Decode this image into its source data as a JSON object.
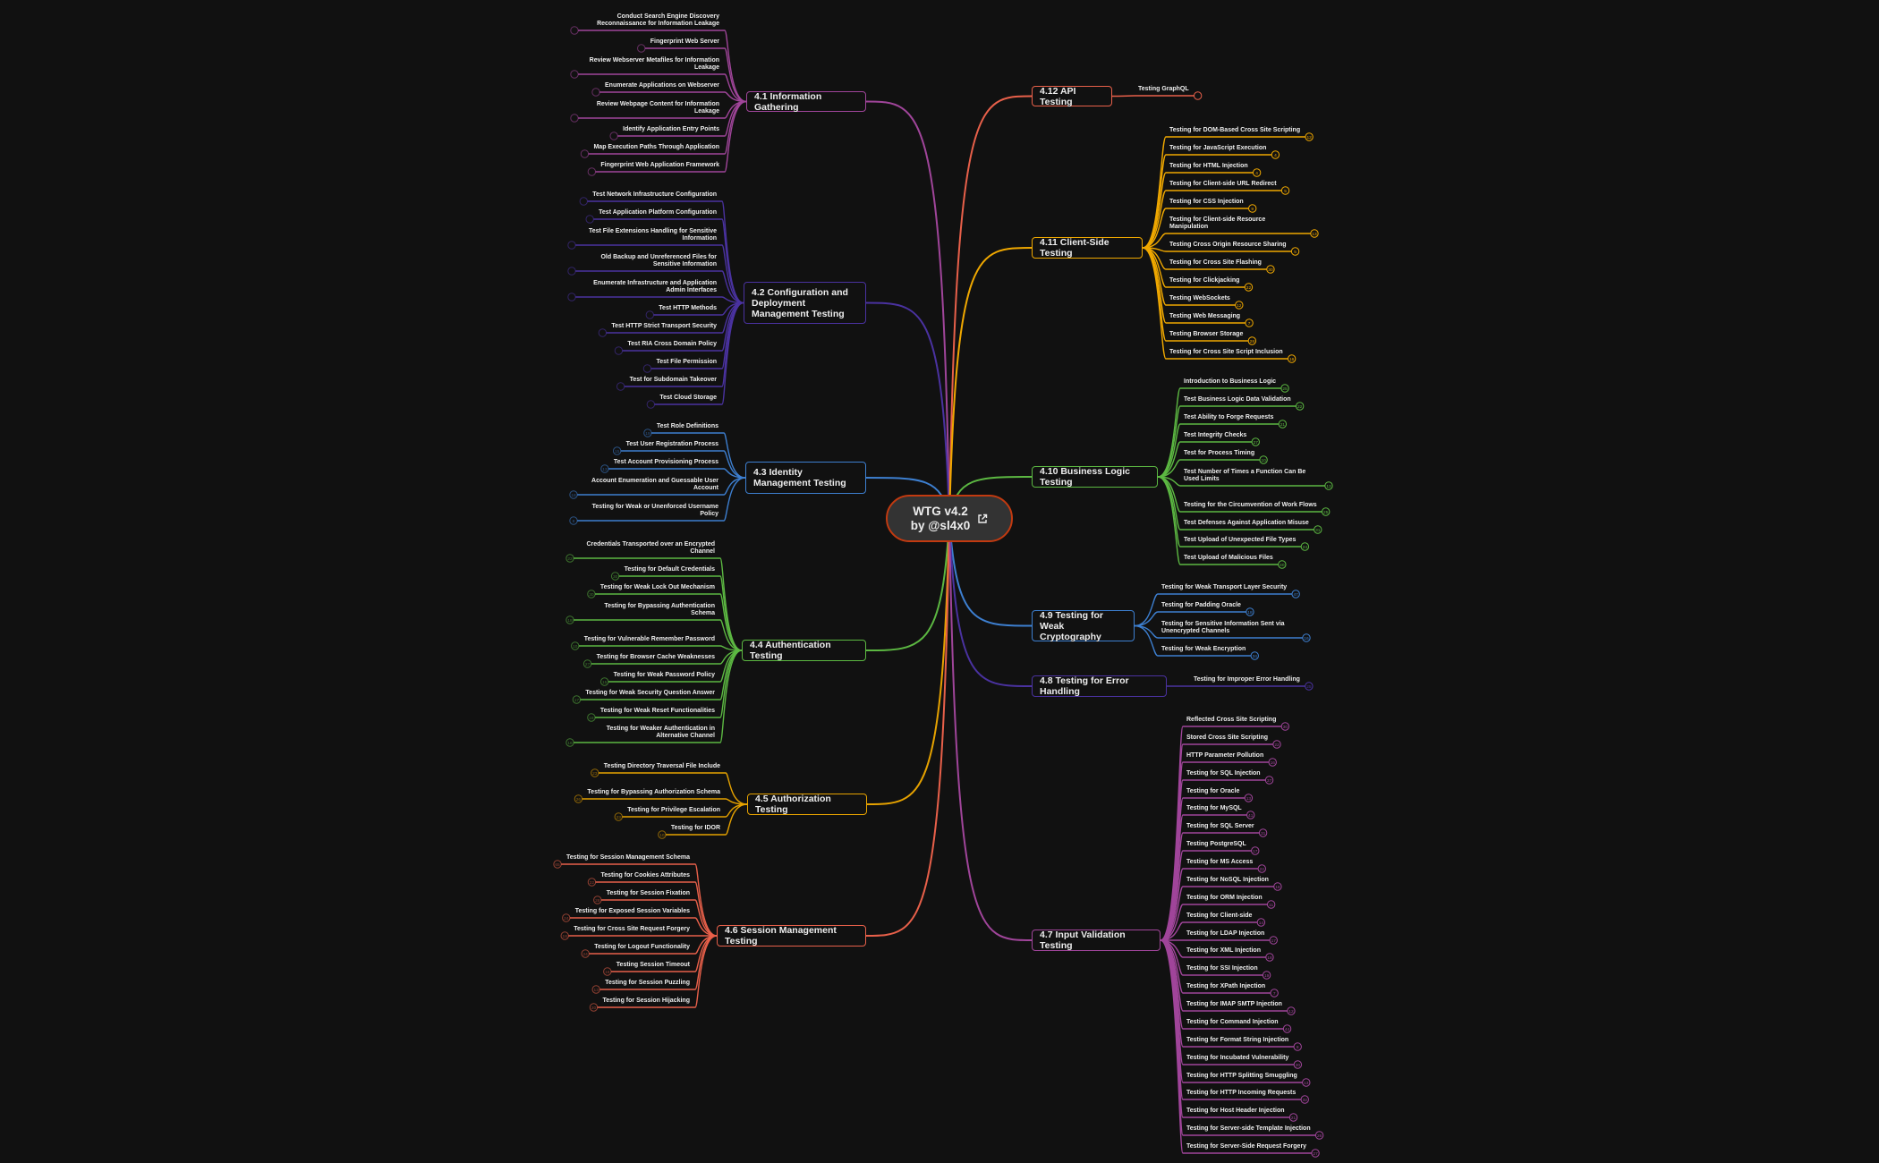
{
  "center": {
    "line1": "WTG v4.2",
    "line2": "by @sl4x0",
    "icon": "external-link-icon",
    "border_color": "#c23a10"
  },
  "branches": [
    {
      "label": "4.1 Information Gathering",
      "side": "left",
      "color": "#a0459a",
      "children": [
        {
          "label": "Conduct Search Engine Discovery Reconnaissance for Information Leakage",
          "count": ""
        },
        {
          "label": "Fingerprint Web Server",
          "count": ""
        },
        {
          "label": "Review Webserver Metafiles for Information Leakage",
          "count": ""
        },
        {
          "label": "Enumerate Applications on Webserver",
          "count": ""
        },
        {
          "label": "Review Webpage Content for Information Leakage",
          "count": ""
        },
        {
          "label": "Identify Application Entry Points",
          "count": ""
        },
        {
          "label": "Map Execution Paths Through Application",
          "count": ""
        },
        {
          "label": "Fingerprint Web Application Framework",
          "count": ""
        }
      ]
    },
    {
      "label": "4.2 Configuration and Deployment Management Testing",
      "side": "left",
      "color": "#4a32a0",
      "children": [
        {
          "label": "Test Network Infrastructure Configuration",
          "count": ""
        },
        {
          "label": "Test Application Platform Configuration",
          "count": ""
        },
        {
          "label": "Test File Extensions Handling for Sensitive Information",
          "count": ""
        },
        {
          "label": "Old Backup and Unreferenced Files for Sensitive Information",
          "count": ""
        },
        {
          "label": "Enumerate Infrastructure and Application Admin Interfaces",
          "count": ""
        },
        {
          "label": "Test HTTP Methods",
          "count": ""
        },
        {
          "label": "Test HTTP Strict Transport Security",
          "count": ""
        },
        {
          "label": "Test RIA Cross Domain Policy",
          "count": ""
        },
        {
          "label": "Test File Permission",
          "count": ""
        },
        {
          "label": "Test for Subdomain Takeover",
          "count": ""
        },
        {
          "label": "Test Cloud Storage",
          "count": ""
        }
      ]
    },
    {
      "label": "4.3 Identity Management Testing",
      "side": "left",
      "color": "#3d7fd0",
      "children": [
        {
          "label": "Test Role Definitions",
          "count": "19"
        },
        {
          "label": "Test User Registration Process",
          "count": "15"
        },
        {
          "label": "Test Account Provisioning Process",
          "count": "13"
        },
        {
          "label": "Account Enumeration and Guessable User Account",
          "count": "18"
        },
        {
          "label": "Testing for Weak or Unenforced Username Policy",
          "count": "8"
        }
      ]
    },
    {
      "label": "4.4 Authentication Testing",
      "side": "left",
      "color": "#5cb842",
      "children": [
        {
          "label": "Credentials Transported over an Encrypted Channel",
          "count": "22"
        },
        {
          "label": "Testing for Default Credentials",
          "count": "30"
        },
        {
          "label": "Testing for Weak Lock Out Mechanism",
          "count": "30"
        },
        {
          "label": "Testing for Bypassing Authentication Schema",
          "count": "18"
        },
        {
          "label": "Testing for Vulnerable Remember Password",
          "count": "10"
        },
        {
          "label": "Testing for Browser Cache Weaknesses",
          "count": "27"
        },
        {
          "label": "Testing for Weak Password Policy",
          "count": "15"
        },
        {
          "label": "Testing for Weak Security Question Answer",
          "count": "17"
        },
        {
          "label": "Testing for Weak Reset Functionalities",
          "count": "18"
        },
        {
          "label": "Testing for Weaker Authentication in Alternative Channel",
          "count": "16"
        }
      ]
    },
    {
      "label": "4.5 Authorization Testing",
      "side": "left",
      "color": "#e6a200",
      "children": [
        {
          "label": "Testing Directory Traversal File Include",
          "count": "23"
        },
        {
          "label": "Testing for Bypassing Authorization Schema",
          "count": "26"
        },
        {
          "label": "Testing for Privilege Escalation",
          "count": "23"
        },
        {
          "label": "Testing for IDOR",
          "count": "10"
        }
      ]
    },
    {
      "label": "4.6 Session Management Testing",
      "side": "left",
      "color": "#e8604a",
      "children": [
        {
          "label": "Testing for Session Management Schema",
          "count": "65"
        },
        {
          "label": "Testing for Cookies Attributes",
          "count": "22"
        },
        {
          "label": "Testing for Session Fixation",
          "count": "28"
        },
        {
          "label": "Testing for Exposed Session Variables",
          "count": "24"
        },
        {
          "label": "Testing for Cross Site Request Forgery",
          "count": "18"
        },
        {
          "label": "Testing for Logout Functionality",
          "count": "24"
        },
        {
          "label": "Testing Session Timeout",
          "count": "18"
        },
        {
          "label": "Testing for Session Puzzling",
          "count": "13"
        },
        {
          "label": "Testing for Session Hijacking",
          "count": "20"
        }
      ]
    },
    {
      "label": "4.12 API Testing",
      "side": "right",
      "color": "#e8604a",
      "children": [
        {
          "label": "Testing GraphQL",
          "count": ""
        }
      ]
    },
    {
      "label": "4.11 Client-Side Testing",
      "side": "right",
      "color": "#f0a800",
      "children": [
        {
          "label": "Testing for DOM-Based Cross Site Scripting",
          "count": "12"
        },
        {
          "label": "Testing for JavaScript Execution",
          "count": "4"
        },
        {
          "label": "Testing for HTML Injection",
          "count": "4"
        },
        {
          "label": "Testing for Client-side URL Redirect",
          "count": "5"
        },
        {
          "label": "Testing for CSS Injection",
          "count": "9"
        },
        {
          "label": "Testing for Client-side Resource Manipulation",
          "count": "13"
        },
        {
          "label": "Testing Cross Origin Resource Sharing",
          "count": "5"
        },
        {
          "label": "Testing for Cross Site Flashing",
          "count": "30"
        },
        {
          "label": "Testing for Clickjacking",
          "count": "22"
        },
        {
          "label": "Testing WebSockets",
          "count": "12"
        },
        {
          "label": "Testing Web Messaging",
          "count": "7"
        },
        {
          "label": "Testing Browser Storage",
          "count": "28"
        },
        {
          "label": "Testing for Cross Site Script Inclusion",
          "count": "16"
        }
      ]
    },
    {
      "label": "4.10 Business Logic Testing",
      "side": "right",
      "color": "#5cb842",
      "children": [
        {
          "label": "Introduction to Business Logic",
          "count": "25"
        },
        {
          "label": "Test Business Logic Data Validation",
          "count": "22"
        },
        {
          "label": "Test Ability to Forge Requests",
          "count": "21"
        },
        {
          "label": "Test Integrity Checks",
          "count": "27"
        },
        {
          "label": "Test for Process Timing",
          "count": "10"
        },
        {
          "label": "Test Number of Times a Function Can Be Used Limits",
          "count": "13"
        },
        {
          "label": "Testing for the Circumvention of Work Flows",
          "count": "25"
        },
        {
          "label": "Test Defenses Against Application Misuse",
          "count": "31"
        },
        {
          "label": "Test Upload of Unexpected File Types",
          "count": "24"
        },
        {
          "label": "Test Upload of Malicious Files",
          "count": "40"
        }
      ]
    },
    {
      "label": "4.9 Testing for Weak Cryptography",
      "side": "right",
      "color": "#3d7fd0",
      "children": [
        {
          "label": "Testing for Weak Transport Layer Security",
          "count": "47"
        },
        {
          "label": "Testing for Padding Oracle",
          "count": "18"
        },
        {
          "label": "Testing for Sensitive Information Sent via Unencrypted Channels",
          "count": "16"
        },
        {
          "label": "Testing for Weak Encryption",
          "count": "34"
        }
      ]
    },
    {
      "label": "4.8 Testing for Error Handling",
      "side": "right",
      "color": "#4a32a0",
      "children": [
        {
          "label": "Testing for Improper Error Handling",
          "count": "25"
        }
      ]
    },
    {
      "label": "4.7 Input Validation Testing",
      "side": "right",
      "color": "#a0459a",
      "children": [
        {
          "label": "Reflected Cross Site Scripting",
          "count": "30"
        },
        {
          "label": "Stored Cross Site Scripting",
          "count": "22"
        },
        {
          "label": "HTTP Parameter Pollution",
          "count": "16"
        },
        {
          "label": "Testing for SQL Injection",
          "count": "37"
        },
        {
          "label": "Testing for Oracle",
          "count": "13"
        },
        {
          "label": "Testing for MySQL",
          "count": "41"
        },
        {
          "label": "Testing for SQL Server",
          "count": "31"
        },
        {
          "label": "Testing PostgreSQL",
          "count": "17"
        },
        {
          "label": "Testing for MS Access",
          "count": "22"
        },
        {
          "label": "Testing for NoSQL Injection",
          "count": "18"
        },
        {
          "label": "Testing for ORM Injection",
          "count": "11"
        },
        {
          "label": "Testing for Client-side",
          "count": "14"
        },
        {
          "label": "Testing for LDAP Injection",
          "count": "17"
        },
        {
          "label": "Testing for XML Injection",
          "count": "18"
        },
        {
          "label": "Testing for SSI Injection",
          "count": "19"
        },
        {
          "label": "Testing for XPath Injection",
          "count": "7"
        },
        {
          "label": "Testing for IMAP SMTP Injection",
          "count": "12"
        },
        {
          "label": "Testing for Command Injection",
          "count": "44"
        },
        {
          "label": "Testing for Format String Injection",
          "count": "8"
        },
        {
          "label": "Testing for Incubated Vulnerability",
          "count": "20"
        },
        {
          "label": "Testing for HTTP Splitting Smuggling",
          "count": "13"
        },
        {
          "label": "Testing for HTTP Incoming Requests",
          "count": "32"
        },
        {
          "label": "Testing for Host Header Injection",
          "count": "21"
        },
        {
          "label": "Testing for Server-side Template Injection",
          "count": "26"
        },
        {
          "label": "Testing for Server-Side Request Forgery",
          "count": "27"
        }
      ]
    }
  ]
}
